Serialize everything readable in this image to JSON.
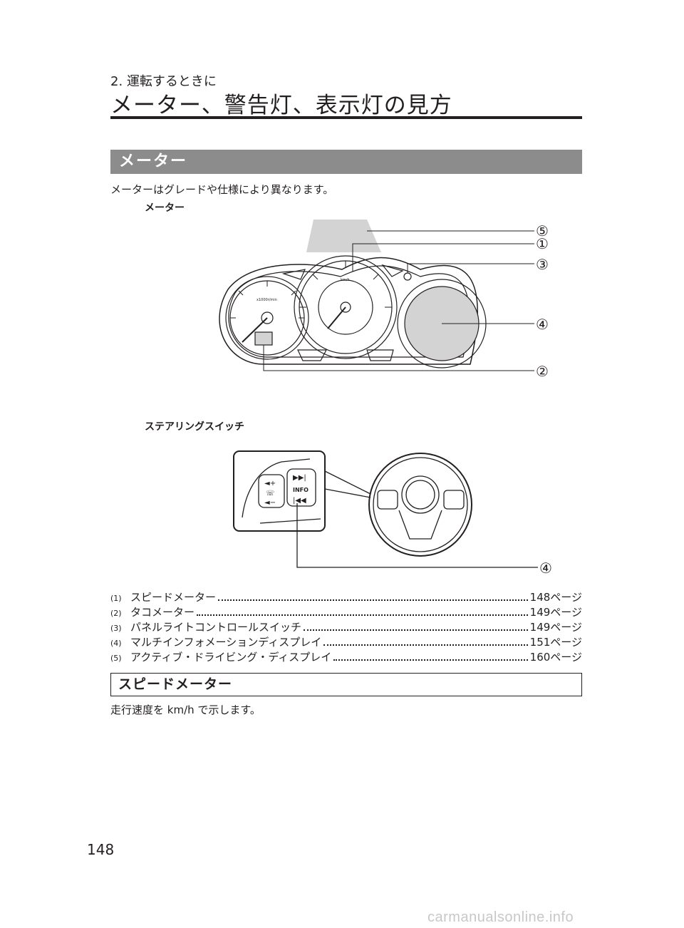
{
  "header": {
    "chapter": "2. 運転するときに",
    "title": "メーター、警告灯、表示灯の見方"
  },
  "section": {
    "title": "メーター",
    "intro": "メーターはグレードや仕様により異なります。"
  },
  "figures": {
    "meter_caption": "メーター",
    "steering_caption": "ステアリングスイッチ",
    "callouts": {
      "c1": "①",
      "c2": "②",
      "c3": "③",
      "c4": "④",
      "c5": "⑤",
      "c4b": "④"
    },
    "gauge_unit_tacho": "x1000r/min",
    "gauge_unit_speed": "km/h",
    "switch_info": "INFO"
  },
  "items": [
    {
      "num": "(1)",
      "label": "スピードメーター",
      "page": "148ページ"
    },
    {
      "num": "(2)",
      "label": "タコメーター",
      "page": "149ページ"
    },
    {
      "num": "(3)",
      "label": "パネルライトコントロールスイッチ",
      "page": "149ページ"
    },
    {
      "num": "(4)",
      "label": "マルチインフォメーションディスプレイ",
      "page": "151ページ"
    },
    {
      "num": "(5)",
      "label": "アクティブ・ドライビング・ディスプレイ",
      "page": "160ページ"
    }
  ],
  "subsection": {
    "title": "スピードメーター",
    "text": "走行速度を km/h で示します。"
  },
  "page_number": "148",
  "watermark": "carmanualsonline.info"
}
